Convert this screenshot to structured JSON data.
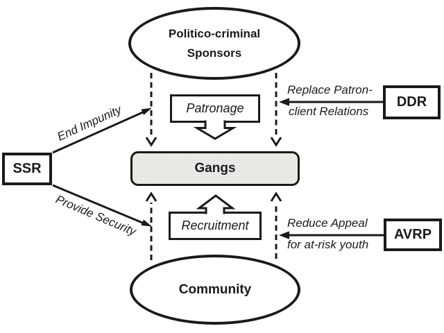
{
  "diagram": {
    "nodes": {
      "sponsors": {
        "line1": "Politico-criminal",
        "line2": "Sponsors"
      },
      "gangs": {
        "label": "Gangs"
      },
      "community": {
        "label": "Community"
      },
      "ssr": {
        "label": "SSR"
      },
      "ddr": {
        "label": "DDR"
      },
      "avrp": {
        "label": "AVRP"
      },
      "patronage": {
        "label": "Patronage"
      },
      "recruitment": {
        "label": "Recruitment"
      }
    },
    "edge_labels": {
      "end_impunity": {
        "label": "End Impunity"
      },
      "provide_security": {
        "label": "Provide Security"
      },
      "replace_patron": {
        "line1": "Replace Patron-",
        "line2": "client Relations"
      },
      "reduce_appeal": {
        "line1": "Reduce Appeal",
        "line2": "for at-risk youth"
      }
    },
    "colors": {
      "stroke": "#1a1a1a",
      "gangs_fill": "#eaeae7",
      "background": "#ffffff"
    }
  }
}
